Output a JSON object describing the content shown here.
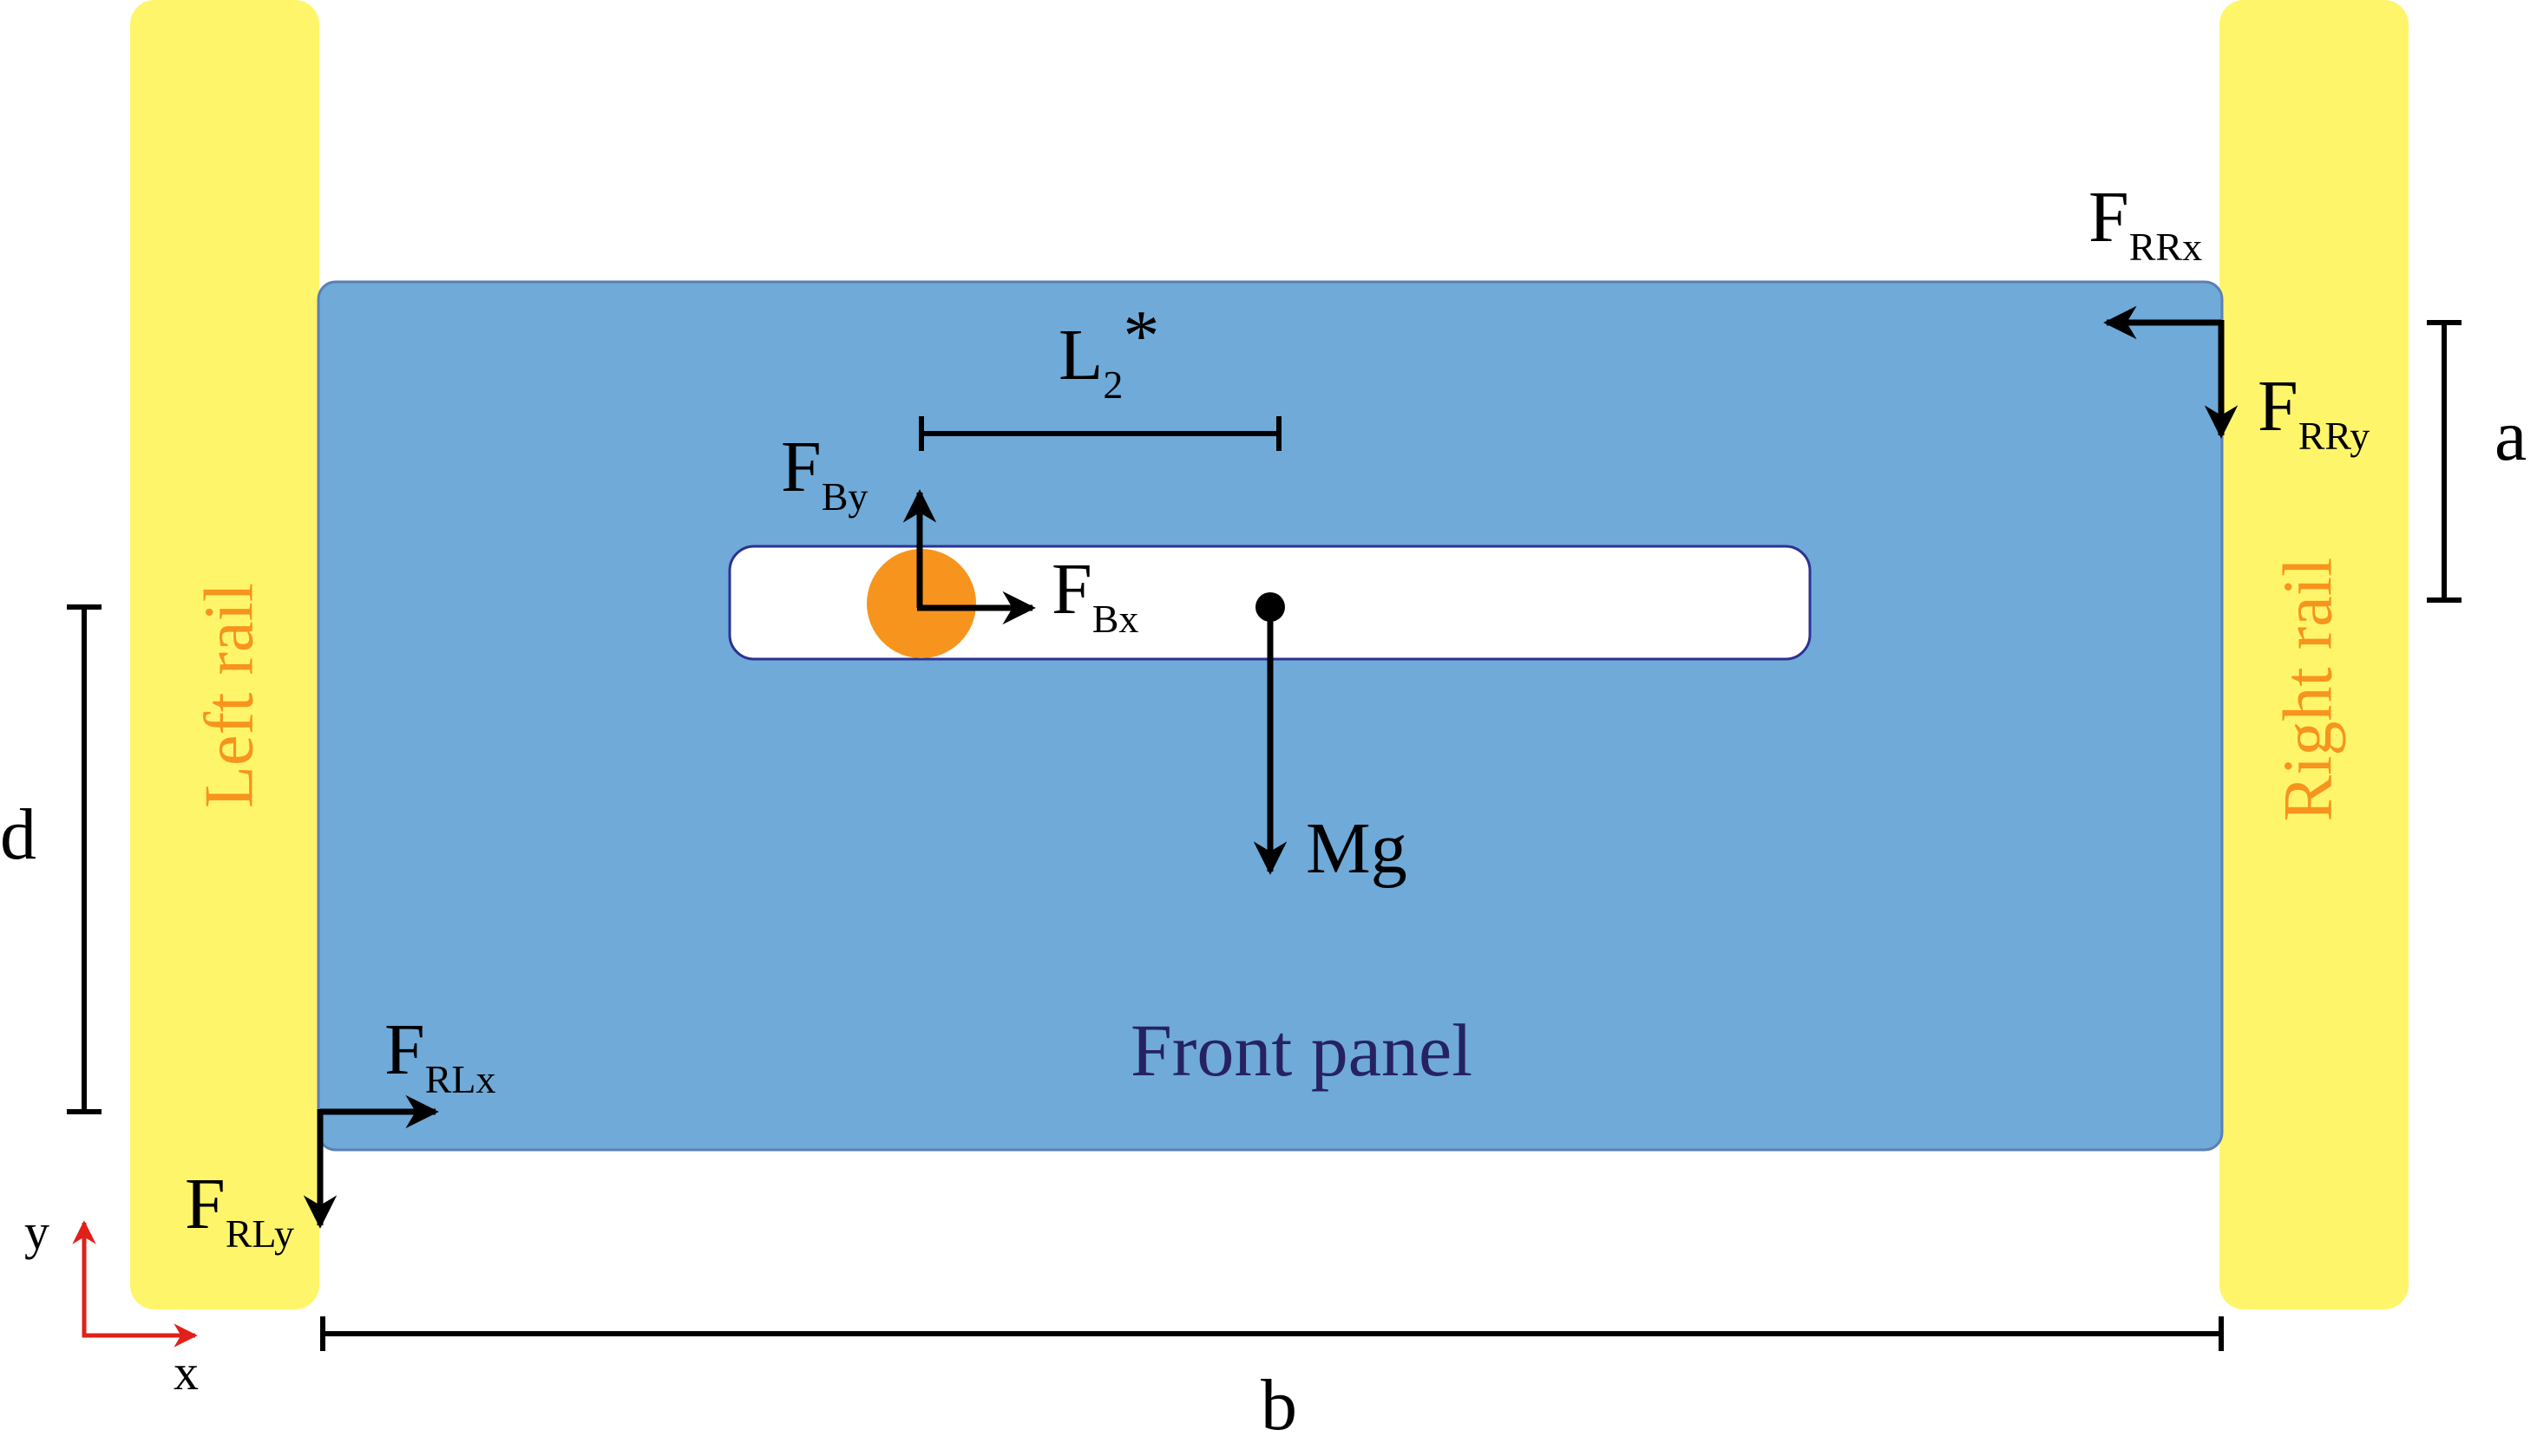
{
  "colors": {
    "rail": "#FFF56B",
    "rail_label": "#F7941D",
    "panel": "#6FAAD8",
    "panel_border": "#5B7FB5",
    "panel_label": "#262262",
    "slot": "#FFFFFF",
    "slot_border": "#2E3192",
    "bearing": "#F7941D",
    "arrow": "#000000",
    "axes": "#E0201B"
  },
  "rails": {
    "left_label": "Left rail",
    "right_label": "Right rail"
  },
  "panel": {
    "label": "Front panel"
  },
  "forces": {
    "f_rrx": {
      "main": "F",
      "sub": "RRx"
    },
    "f_rry": {
      "main": "F",
      "sub": "RRy"
    },
    "f_by": {
      "main": "F",
      "sub": "By"
    },
    "f_bx": {
      "main": "F",
      "sub": "Bx"
    },
    "f_rlx": {
      "main": "F",
      "sub": "RLx"
    },
    "f_rly": {
      "main": "F",
      "sub": "RLy"
    },
    "mg": "Mg"
  },
  "dimensions": {
    "l2": {
      "main": "L",
      "sub": "2",
      "suffix": "*"
    },
    "a": "a",
    "b": "b",
    "d": "d"
  },
  "axes": {
    "x": "x",
    "y": "y"
  }
}
